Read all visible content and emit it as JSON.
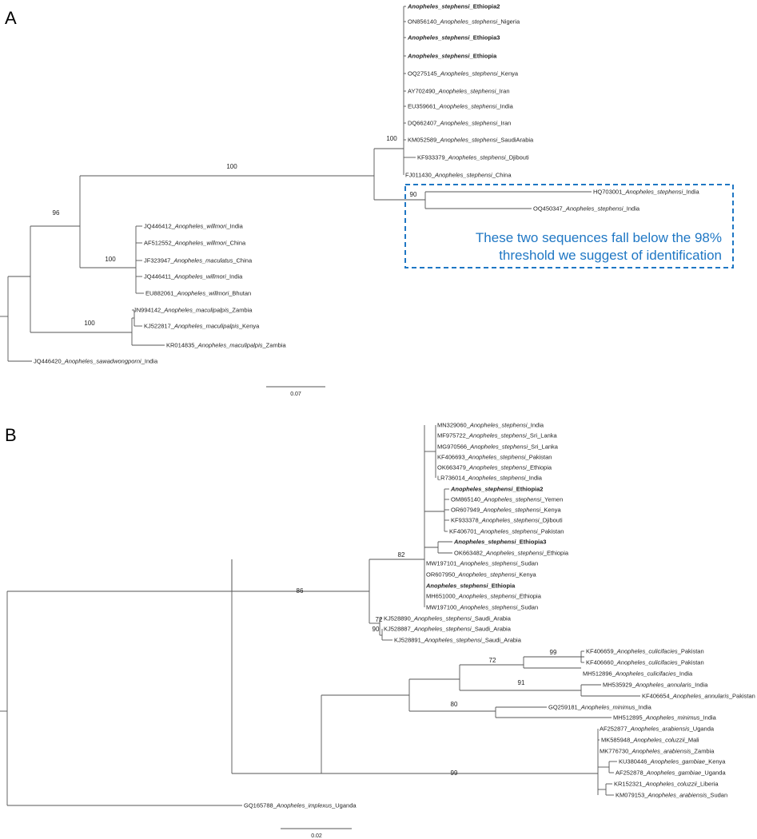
{
  "panels": {
    "a": {
      "letter": "A",
      "scale_label": "0.07",
      "callout": [
        "These two sequences fall below the 98%",
        "threshold we suggest of identification"
      ],
      "supports": [
        "100",
        "96",
        "100",
        "100",
        "100",
        "90"
      ],
      "leaves": [
        {
          "pre": "",
          "sp": "Anopheles_stephensi",
          "post": "_Ethiopia2",
          "bold": true
        },
        {
          "pre": "ON856140_",
          "sp": "Anopheles_stephensi",
          "post": "_Nigeria",
          "bold": false
        },
        {
          "pre": "",
          "sp": "Anopheles_stephensi",
          "post": "_Ethiopia3",
          "bold": true
        },
        {
          "pre": "",
          "sp": "Anopheles_stephensi",
          "post": "_Ethiopia",
          "bold": true
        },
        {
          "pre": "OQ275145_",
          "sp": "Anopheles_stephensi",
          "post": "_Kenya",
          "bold": false
        },
        {
          "pre": "AY702490_",
          "sp": "Anopheles_stephensi",
          "post": "_Iran",
          "bold": false
        },
        {
          "pre": "EU359661_",
          "sp": "Anopheles_stephensi",
          "post": "_India",
          "bold": false
        },
        {
          "pre": "DQ662407_",
          "sp": "Anopheles_stephensi",
          "post": "_Iran",
          "bold": false
        },
        {
          "pre": "KM052589_",
          "sp": "Anopheles_stephensi",
          "post": "_SaudiArabia",
          "bold": false
        },
        {
          "pre": "KF933379_",
          "sp": "Anopheles_stephensi",
          "post": "_Djibouti",
          "bold": false
        },
        {
          "pre": "FJ011430_",
          "sp": "Anopheles_stephensi",
          "post": "_China",
          "bold": false
        },
        {
          "pre": "HQ703001_",
          "sp": "Anopheles_stephensi",
          "post": "_India",
          "bold": false
        },
        {
          "pre": "OQ450347_",
          "sp": "Anopheles_stephensi",
          "post": "_India",
          "bold": false
        },
        {
          "pre": "JQ446412_",
          "sp": "Anopheles_willmori",
          "post": "_India",
          "bold": false
        },
        {
          "pre": "AF512552_",
          "sp": "Anopheles_willmori",
          "post": "_China",
          "bold": false
        },
        {
          "pre": "JF323947_",
          "sp": "Anopheles_maculatus",
          "post": "_China",
          "bold": false
        },
        {
          "pre": "JQ446411_",
          "sp": "Anopheles_willmori",
          "post": "_India",
          "bold": false
        },
        {
          "pre": "EU882061_",
          "sp": "Anopheles_willmori",
          "post": "_Bhutan",
          "bold": false
        },
        {
          "pre": "JN994142_",
          "sp": "Anopheles_maculipalpis",
          "post": "_Zambia",
          "bold": false
        },
        {
          "pre": "KJ522817_",
          "sp": "Anopheles_maculipalpis",
          "post": "_Kenya",
          "bold": false
        },
        {
          "pre": "KR014835_",
          "sp": "Anopheles_maculipalpis",
          "post": "_Zambia",
          "bold": false
        },
        {
          "pre": "JQ446420_",
          "sp": "Anopheles_sawadwongporni",
          "post": "_India",
          "bold": false
        }
      ]
    },
    "b": {
      "letter": "B",
      "scale_label": "0.02",
      "supports": [
        "82",
        "86",
        "72",
        "90",
        "72",
        "99",
        "91",
        "80",
        "99"
      ],
      "leaves": [
        {
          "pre": "MN329060_",
          "sp": "Anopheles_stephensi",
          "post": "_India",
          "bold": false
        },
        {
          "pre": "MF975722_",
          "sp": "Anopheles_stephensi",
          "post": "_Sri_Lanka",
          "bold": false
        },
        {
          "pre": "MG970566_",
          "sp": "Anopheles_stephensi",
          "post": "_Sri_Lanka",
          "bold": false
        },
        {
          "pre": "KF406693_",
          "sp": "Anopheles_stephensi",
          "post": "_Pakistan",
          "bold": false
        },
        {
          "pre": "OK663479_",
          "sp": "Anopheles_stephensi",
          "post": "_Ethiopia",
          "bold": false
        },
        {
          "pre": "LR736014_",
          "sp": "Anopheles_stephensi",
          "post": "_India",
          "bold": false
        },
        {
          "pre": "",
          "sp": "Anopheles_stephensi",
          "post": "_Ethiopia2",
          "bold": true
        },
        {
          "pre": "OM865140_",
          "sp": "Anopheles_stephensi",
          "post": "_Yemen",
          "bold": false
        },
        {
          "pre": "OR607949_",
          "sp": "Anopheles_stephensi",
          "post": "_Kenya",
          "bold": false
        },
        {
          "pre": "KF933378_",
          "sp": "Anopheles_stephensi",
          "post": "_Djibouti",
          "bold": false
        },
        {
          "pre": "KF406701_",
          "sp": "Anopheles_stephensi",
          "post": "_Pakistan",
          "bold": false
        },
        {
          "pre": "",
          "sp": "Anopheles_stephensi",
          "post": "_Ethiopia3",
          "bold": true
        },
        {
          "pre": "OK663482_",
          "sp": "Anopheles_stephensi",
          "post": "_Ethiopia",
          "bold": false
        },
        {
          "pre": "MW197101_",
          "sp": "Anopheles_stephensi",
          "post": "_Sudan",
          "bold": false
        },
        {
          "pre": "OR607950_",
          "sp": "Anopheles_stephensi",
          "post": "_Kenya",
          "bold": false
        },
        {
          "pre": "",
          "sp": "Anopheles_stephensi",
          "post": "_Ethiopia",
          "bold": true
        },
        {
          "pre": "MH651000_",
          "sp": "Anopheles_stephensi",
          "post": "_Ethiopia",
          "bold": false
        },
        {
          "pre": "MW197100_",
          "sp": "Anopheles_stephensi",
          "post": "_Sudan",
          "bold": false
        },
        {
          "pre": "KJ528890_",
          "sp": "Anopheles_stephensi",
          "post": "_Saudi_Arabia",
          "bold": false
        },
        {
          "pre": "KJ528887_",
          "sp": "Anopheles_stephensi",
          "post": "_Saudi_Arabia",
          "bold": false
        },
        {
          "pre": "KJ528891_",
          "sp": "Anopheles_stephensi",
          "post": "_Saudi_Arabia",
          "bold": false
        },
        {
          "pre": "KF406659_",
          "sp": "Anopheles_culicifacies",
          "post": "_Pakistan",
          "bold": false
        },
        {
          "pre": "KF406660_",
          "sp": "Anopheles_culicifacies",
          "post": "_Pakistan",
          "bold": false
        },
        {
          "pre": "MH512896_",
          "sp": "Anopheles_culicifacies",
          "post": "_India",
          "bold": false
        },
        {
          "pre": "MH535929_",
          "sp": "Anopheles_annularis",
          "post": "_India",
          "bold": false
        },
        {
          "pre": "KF406654_",
          "sp": "Anopheles_annularis",
          "post": "_Pakistan",
          "bold": false
        },
        {
          "pre": "GQ259181_",
          "sp": "Anopheles_minimus",
          "post": "_India",
          "bold": false
        },
        {
          "pre": "MH512895_",
          "sp": "Anopheles_minimus",
          "post": "_India",
          "bold": false
        },
        {
          "pre": "AF252877_",
          "sp": "Anopheles_arabiensis",
          "post": "_Uganda",
          "bold": false
        },
        {
          "pre": "MK585948_",
          "sp": "Anopheles_coluzzii",
          "post": "_Mali",
          "bold": false
        },
        {
          "pre": "MK776730_",
          "sp": "Anopheles_arabiensis",
          "post": "_Zambia",
          "bold": false
        },
        {
          "pre": "KU380446_",
          "sp": "Anopheles_gambiae",
          "post": "_Kenya",
          "bold": false
        },
        {
          "pre": "AF252878_",
          "sp": "Anopheles_gambiae",
          "post": "_Uganda",
          "bold": false
        },
        {
          "pre": "KR152321_",
          "sp": "Anopheles_coluzzii",
          "post": "_Liberia",
          "bold": false
        },
        {
          "pre": "KM079153_",
          "sp": "Anopheles_arabiensis",
          "post": "_Sudan",
          "bold": false
        },
        {
          "pre": "GQ165788_",
          "sp": "Anopheles_implexus",
          "post": "_Uganda",
          "bold": false
        }
      ]
    }
  }
}
